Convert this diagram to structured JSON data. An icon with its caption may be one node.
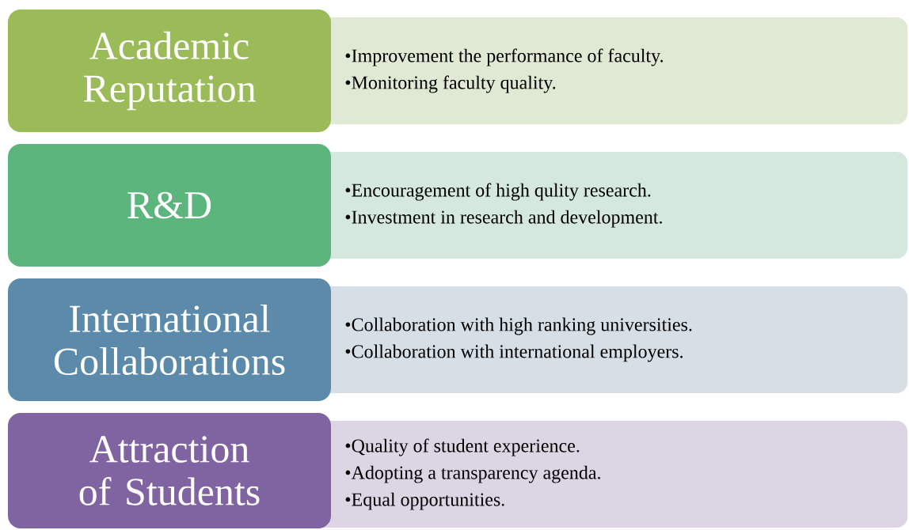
{
  "diagram": {
    "nodes": [
      {
        "text": [
          "Academic Reputation"
        ]
      },
      {
        "text": [
          "•Improvement the performance of faculty.",
          "•Monitoring faculty quality."
        ]
      },
      {
        "text": [
          "R&D"
        ]
      },
      {
        "text": [
          "•Encouragement of high qulity research.",
          "•Investment in research and development."
        ]
      },
      {
        "text": [
          "International Collaborations"
        ]
      },
      {
        "text": [
          "•Collaboration with high ranking universities.",
          "•Collaboration with international employers."
        ]
      },
      {
        "text": [
          "Attraction of Students"
        ]
      },
      {
        "text": [
          "•Quality of student experience.",
          "•Adopting a transparency agenda.",
          "•Equal opportunities."
        ]
      }
    ]
  }
}
